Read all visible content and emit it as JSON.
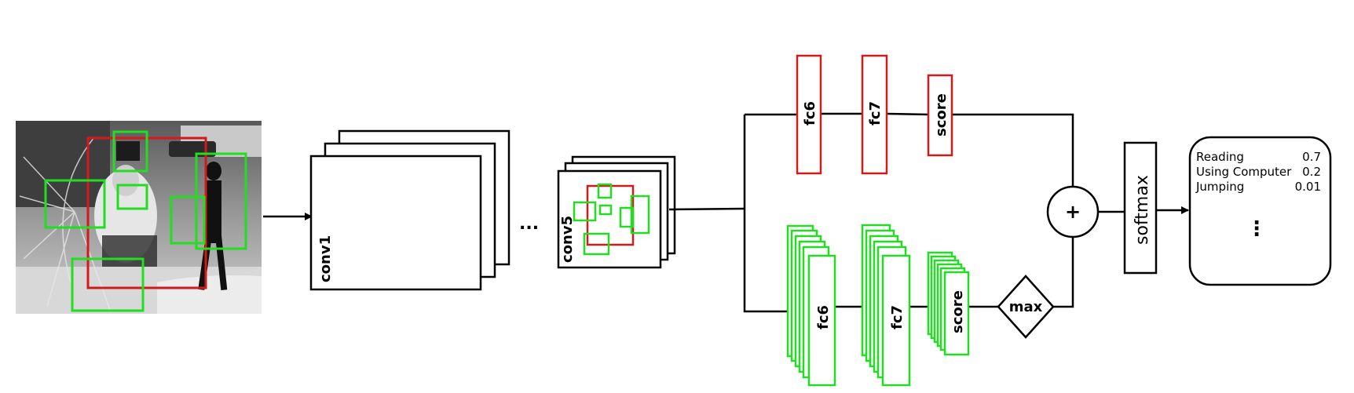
{
  "diagram": {
    "conv1_label": "conv1",
    "ellipsis": "...",
    "conv5_label": "conv5",
    "top_branch": {
      "fc6": "fc6",
      "fc7": "fc7",
      "score": "score",
      "color": "#d11a1a"
    },
    "bottom_branch": {
      "fc6": "fc6",
      "fc7": "fc7",
      "score": "score",
      "color": "#22dd22"
    },
    "max_label": "max",
    "plus_label": "+",
    "softmax_label": "softmax",
    "output": {
      "rows": [
        {
          "label": "Reading",
          "value": "0.7"
        },
        {
          "label": "Using Computer",
          "value": "0.2"
        },
        {
          "label": "Jumping",
          "value": "0.01"
        }
      ],
      "more": "⋮"
    }
  }
}
